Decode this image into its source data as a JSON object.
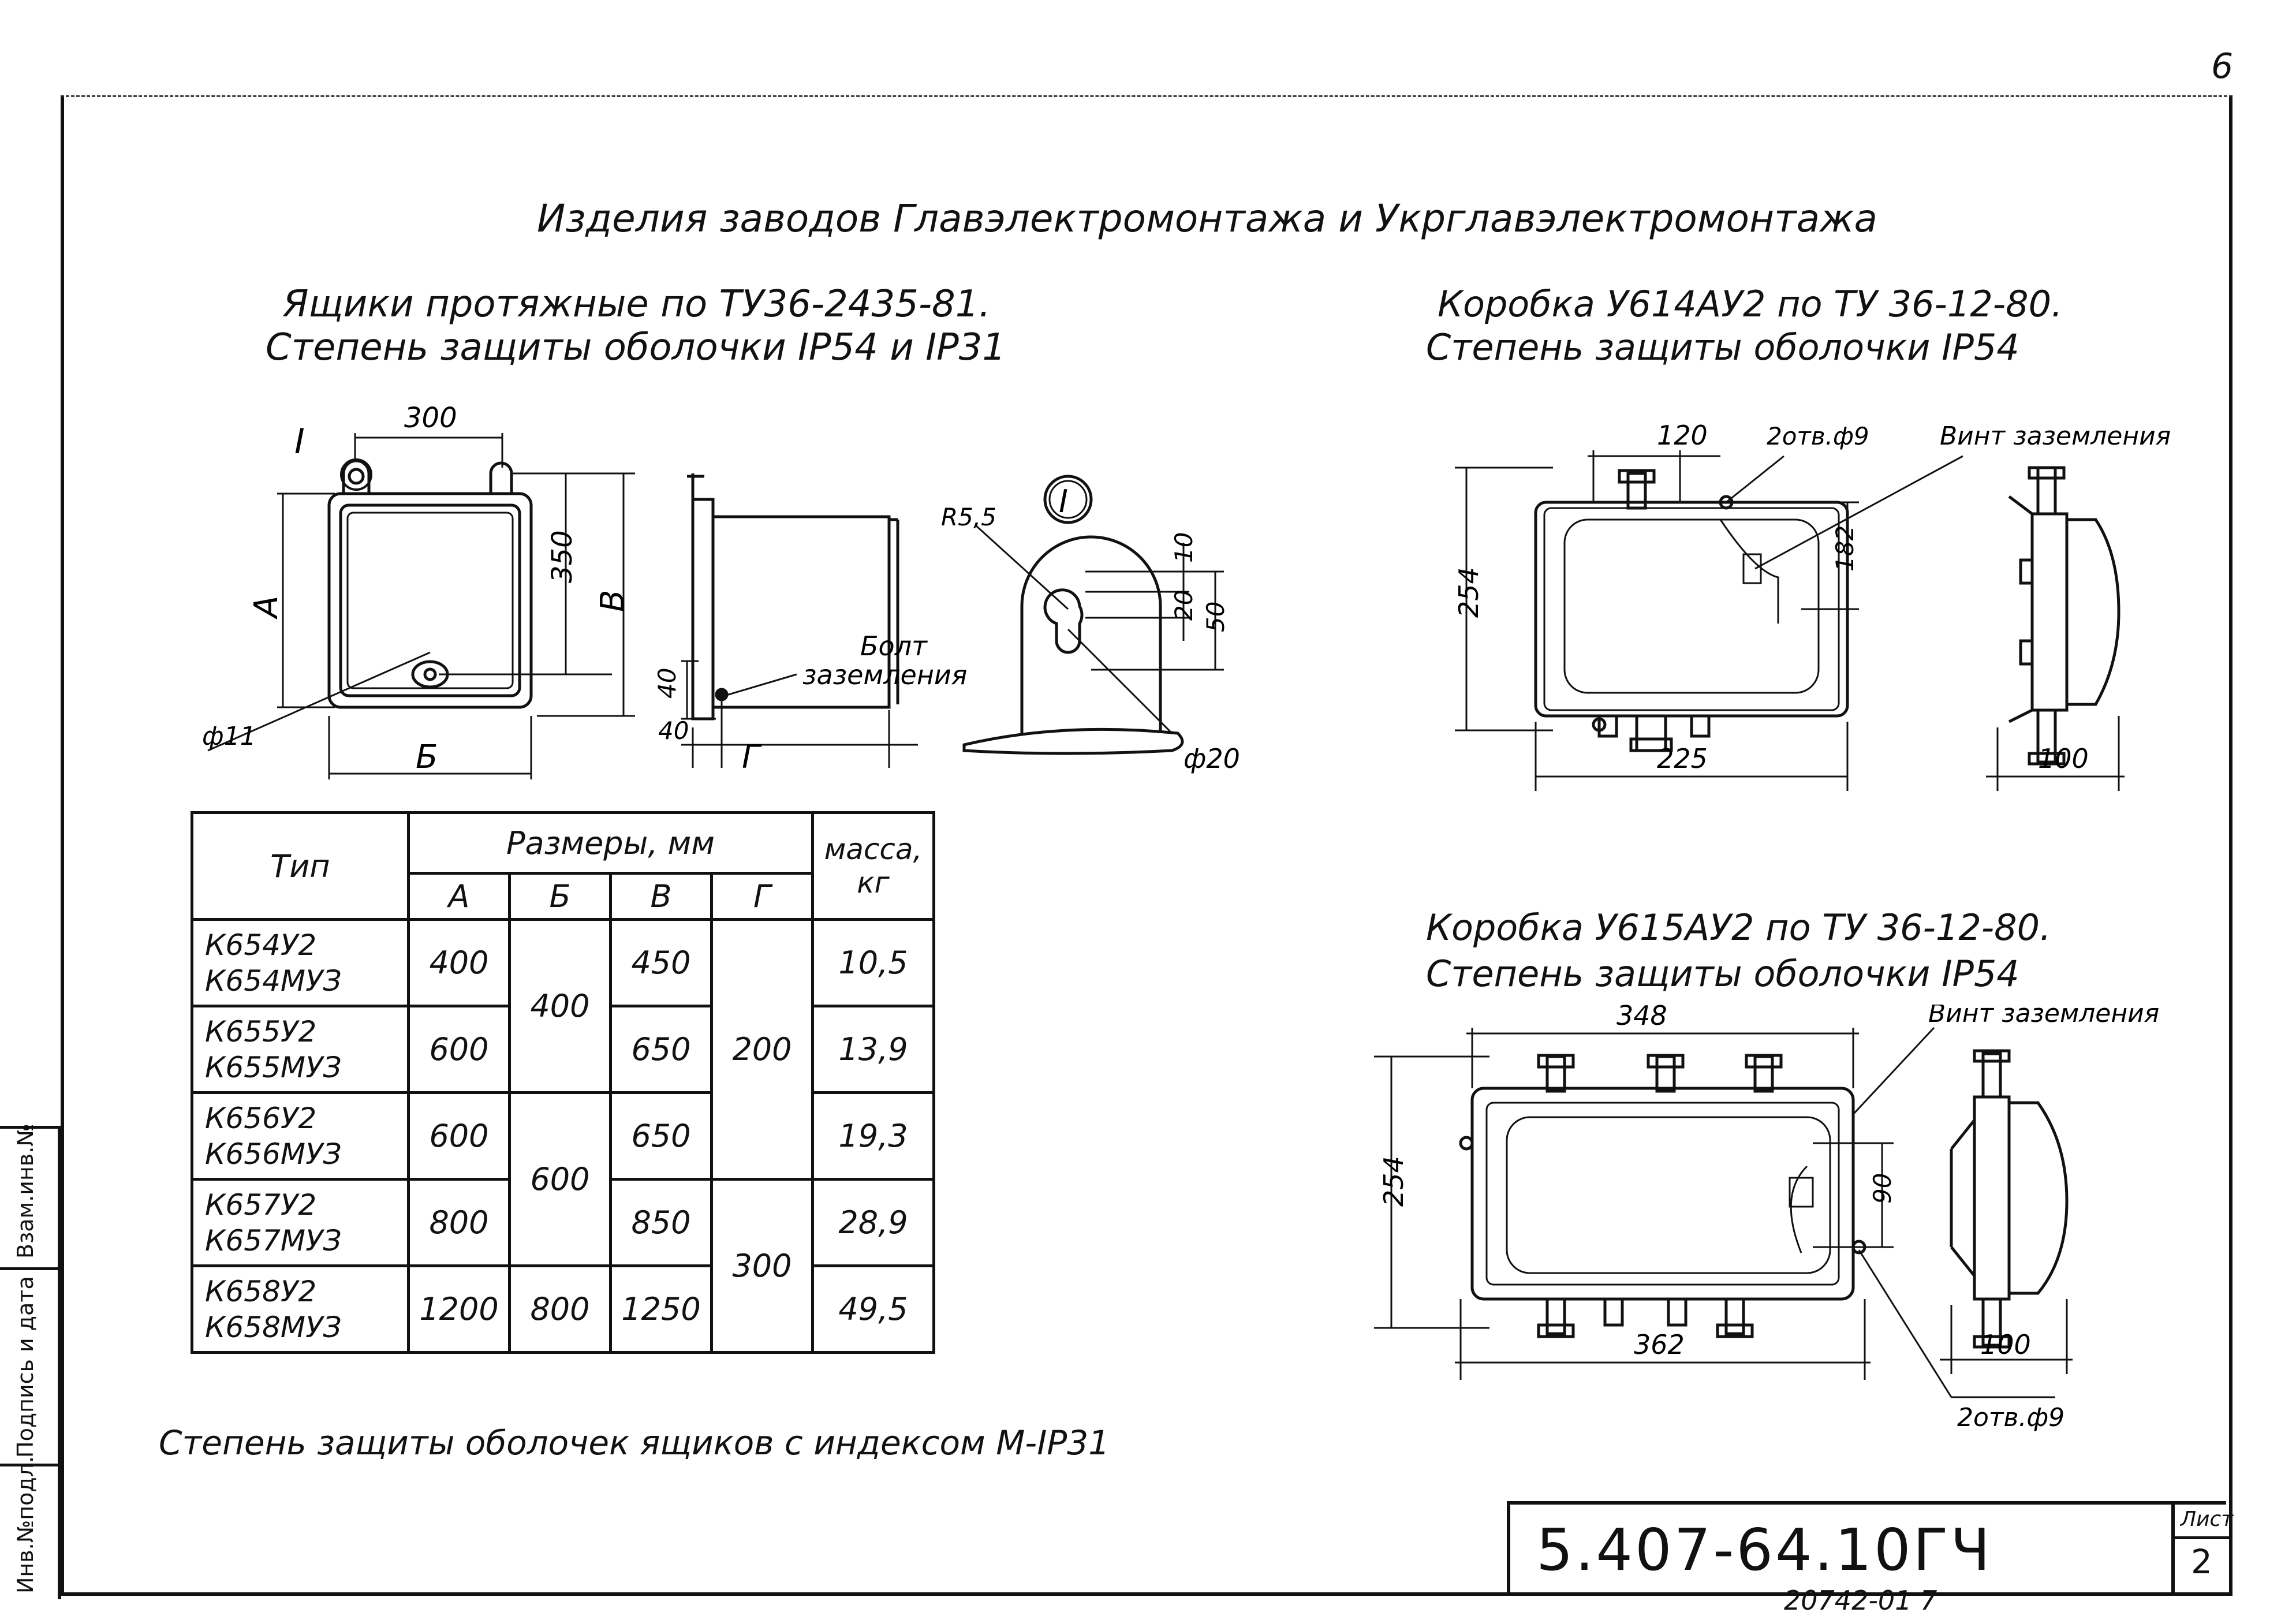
{
  "page": {
    "number": "6"
  },
  "main_title": "Изделия заводов Главэлектромонтажа и Укрглавэлектромонтажа",
  "section_left": {
    "title_line1": "Ящики протяжные по ТУ36-2435-81.",
    "title_line2": "Степень защиты оболочки IP54 и IP31",
    "drawing": {
      "label_I": "I",
      "dim_300": "300",
      "dim_350": "350",
      "dim_A": "А",
      "dim_V": "В",
      "dim_B": "Б",
      "dim_G": "Г",
      "dim_40a": "40",
      "dim_40b": "40",
      "phi11": "ф11",
      "bolt_line1": "Болт",
      "bolt_line2": "заземления",
      "detail_label": "I",
      "r55": "R5,5",
      "dim_10": "10",
      "dim_20": "20",
      "dim_50": "50",
      "phi20": "ф20"
    },
    "table": {
      "col_type": "Тип",
      "col_sizes": "Размеры, мм",
      "col_mass": "масса, кг",
      "sub_A": "А",
      "sub_B": "Б",
      "sub_V": "В",
      "sub_G": "Г",
      "rows": [
        {
          "type1": "К654У2",
          "type2": "К654МУЗ",
          "A": "400",
          "V": "450",
          "mass": "10,5"
        },
        {
          "type1": "К655У2",
          "type2": "К655МУЗ",
          "A": "600",
          "V": "650",
          "mass": "13,9"
        },
        {
          "type1": "К656У2",
          "type2": "К656МУЗ",
          "A": "600",
          "V": "650",
          "mass": "19,3"
        },
        {
          "type1": "К657У2",
          "type2": "К657МУЗ",
          "A": "800",
          "V": "850",
          "mass": "28,9"
        },
        {
          "type1": "К658У2",
          "type2": "К658МУЗ",
          "A": "1200",
          "V": "1250",
          "mass": "49,5"
        }
      ],
      "merged_B_1": "400",
      "merged_B_2": "600",
      "merged_B_3": "800",
      "merged_G_1": "200",
      "merged_G_2": "300"
    },
    "footnote": "Степень защиты оболочек ящиков с индексом М-IP31"
  },
  "section_right_top": {
    "title_line1": "Коробка У614АУ2 по ТУ 36-12-80.",
    "title_line2": "Степень защиты оболочки IP54",
    "dim_120": "120",
    "holes": "2отв.ф9",
    "screw": "Винт заземления",
    "dim_254": "254",
    "dim_182": "182",
    "dim_225": "225",
    "dim_100": "100"
  },
  "section_right_bottom": {
    "title_line1": "Коробка У615АУ2 по ТУ 36-12-80.",
    "title_line2": "Степень защиты оболочки IP54",
    "dim_348": "348",
    "screw": "Винт заземления",
    "dim_254": "254",
    "dim_90": "90",
    "dim_362": "362",
    "dim_100": "100",
    "holes": "2отв.ф9"
  },
  "title_block": {
    "doc_code": "5.407-64.10ГЧ",
    "sheet_label": "Лист",
    "sheet_number": "2",
    "bottom_code": "20742-01  7"
  },
  "side_stamp": {
    "inv_no": "Инв.№подл.",
    "signature_date": "Подпись и дата",
    "replaces": "Взам.инв.№"
  },
  "colors": {
    "ink": "#111111",
    "paper": "#ffffff"
  }
}
